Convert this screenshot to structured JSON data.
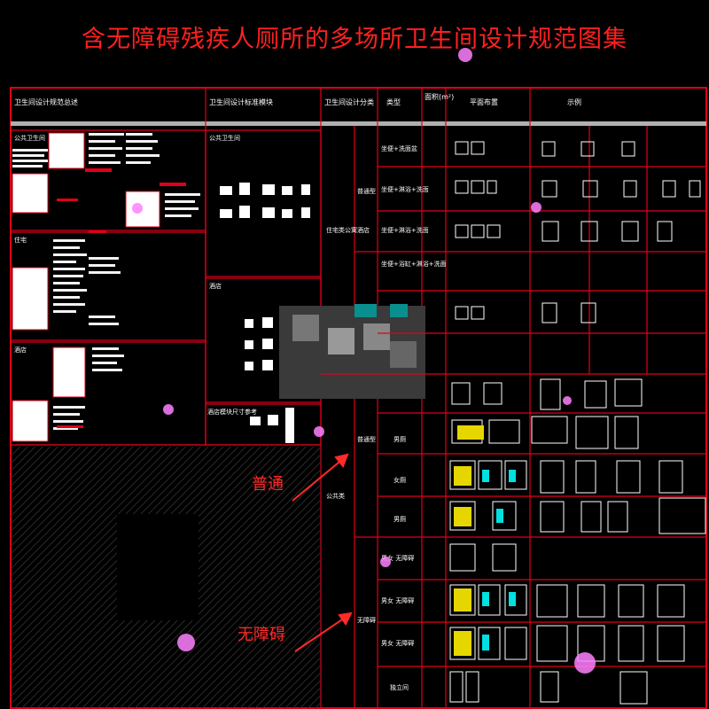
{
  "title": "含无障碍残疾人厕所的多场所卫生间设计规范图集",
  "sheet": {
    "headers": {
      "overview": "卫生间设计规范总述",
      "standards": "卫生间设计标准模块",
      "classification": "卫生间设计分类",
      "type": "类型",
      "area": "面积(m²)",
      "layout": "平面布置",
      "example": "示例"
    },
    "left_sections": [
      "公共卫生间",
      "住宅",
      "酒店"
    ],
    "mid_sections": [
      "公共卫生间",
      "酒店",
      "酒店模块尺寸参考"
    ],
    "categories": {
      "residential": "住宅类公寓酒店",
      "public": "公共类"
    },
    "sub_categories": {
      "ordinary_a": "普通型",
      "ordinary_b": "普通型",
      "accessible": "无障碍"
    },
    "row_types": [
      "坐便+洗面盆",
      "坐便+淋浴+洗面",
      "坐便+淋浴+洗面",
      "坐便+浴缸+淋浴+洗面",
      "",
      "",
      "男厕",
      "女厕",
      "男厕",
      "男女 无障碍",
      "男女 无障碍",
      "男女 无障碍",
      "独立间"
    ]
  },
  "annotations": {
    "ordinary": "普通",
    "accessible": "无障碍"
  },
  "colors": {
    "title": "#ff2020",
    "grid": "#e0001a",
    "divider": "#b0b0b0",
    "arrow": "#ff2a2a"
  }
}
